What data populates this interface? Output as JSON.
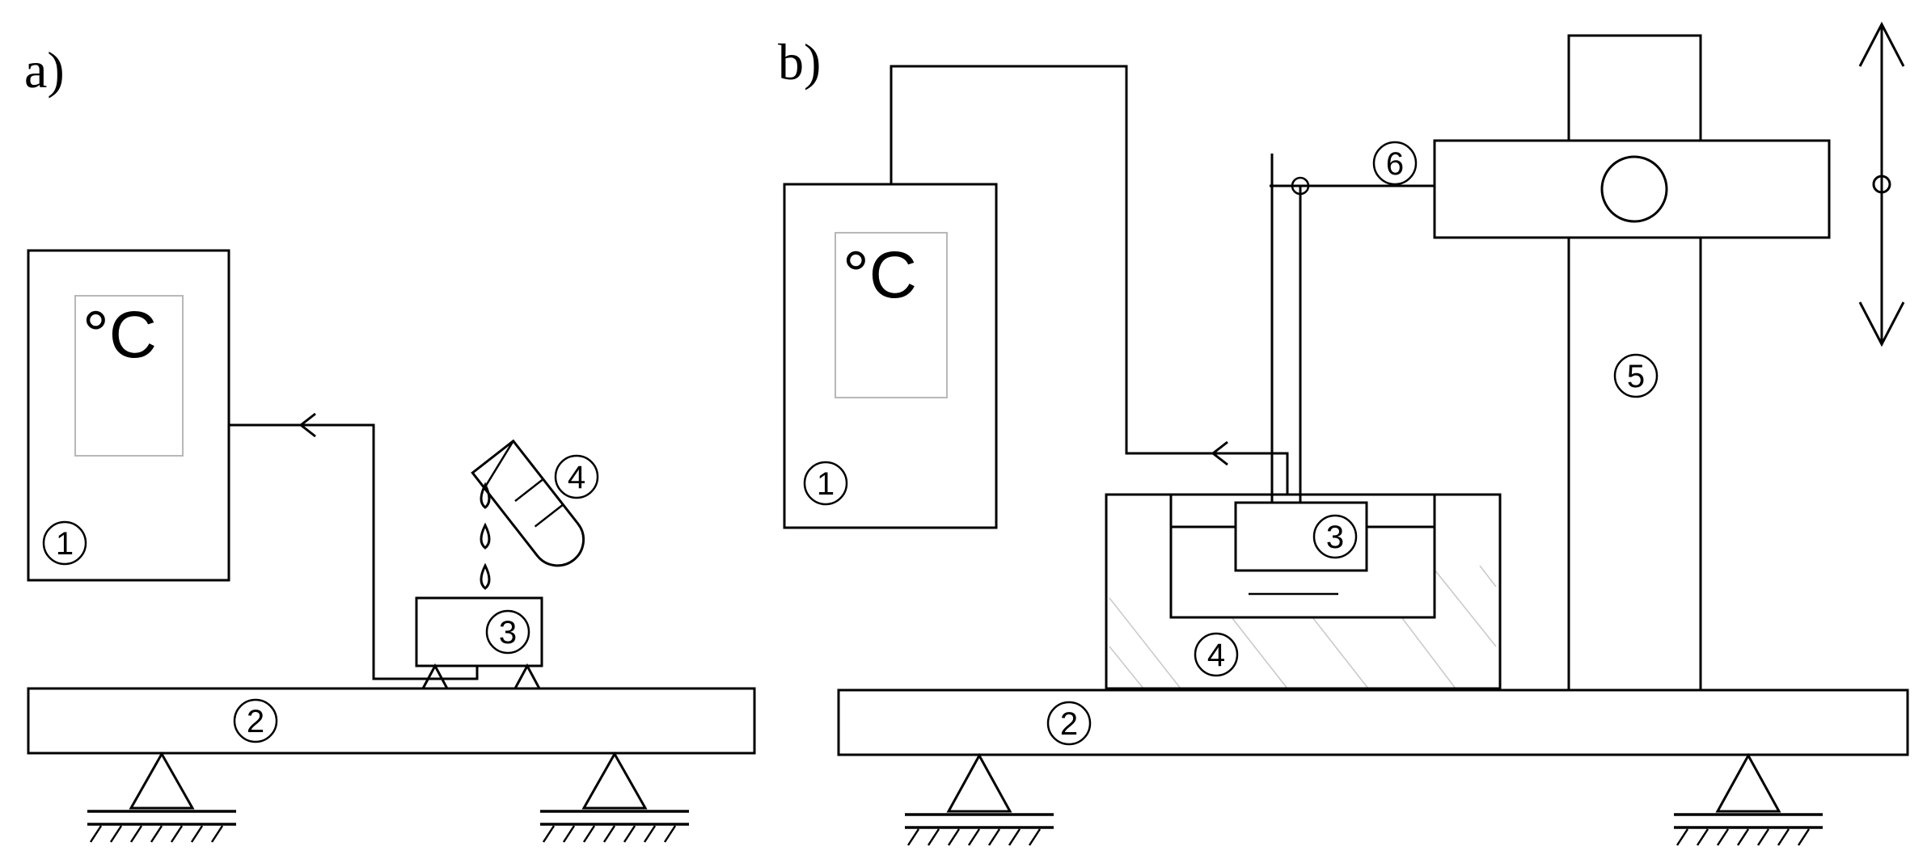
{
  "panels": {
    "a": {
      "label": "a)",
      "thermometer_unit": "°C",
      "callouts": {
        "c1": "1",
        "c2": "2",
        "c3": "3",
        "c4": "4"
      }
    },
    "b": {
      "label": "b)",
      "thermometer_unit": "°C",
      "callouts": {
        "c1": "1",
        "c2": "2",
        "c3": "3",
        "c4": "4",
        "c5": "5",
        "c6": "6"
      }
    }
  }
}
